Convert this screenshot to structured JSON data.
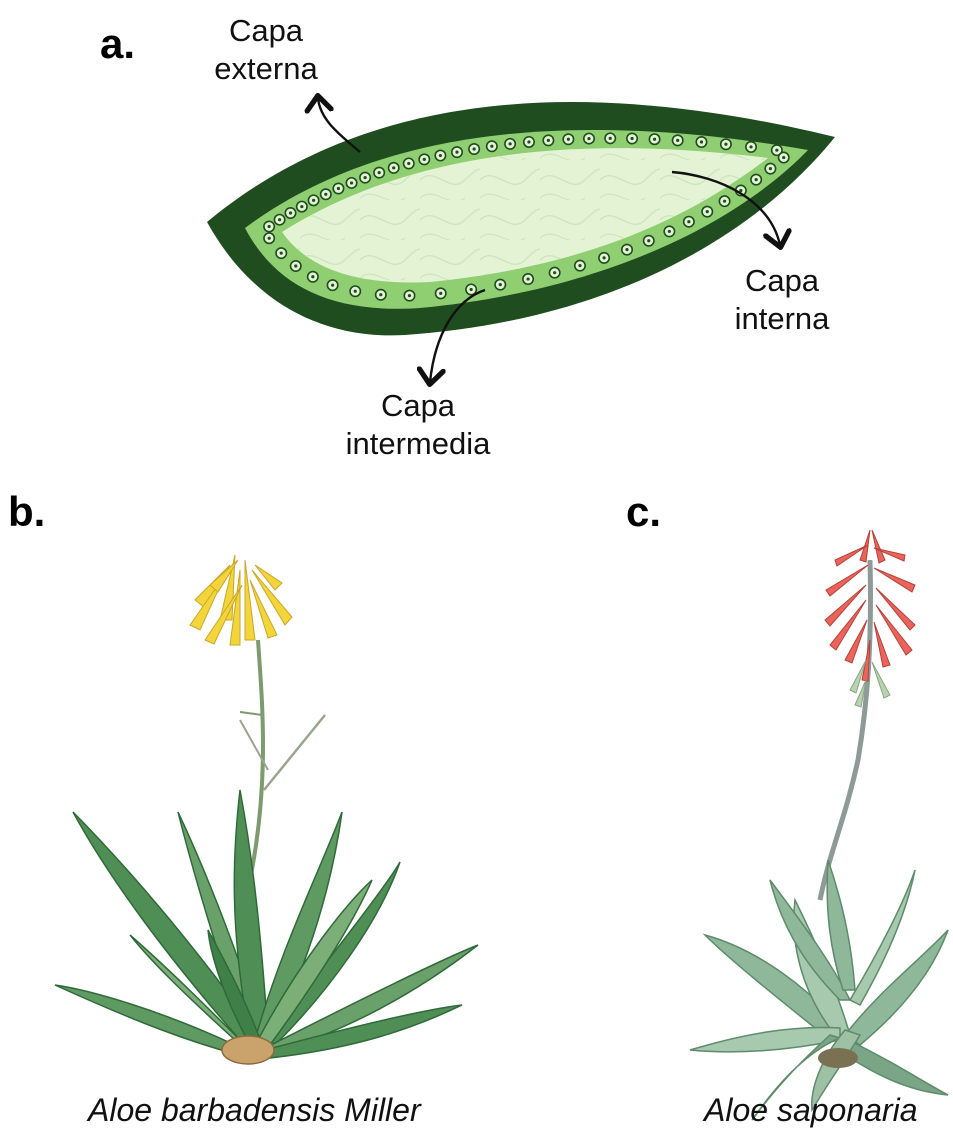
{
  "panels": {
    "a": {
      "letter": "a.",
      "labels": {
        "outer": [
          "Capa",
          "externa"
        ],
        "inner": [
          "Capa",
          "interna"
        ],
        "middle": [
          "Capa",
          "intermedia"
        ]
      }
    },
    "b": {
      "letter": "b.",
      "species": "Aloe barbadensis Miller",
      "flower_color": "#f2d43b"
    },
    "c": {
      "letter": "c.",
      "species": "Aloe saponaria",
      "flower_color": "#e9645a"
    }
  },
  "colors": {
    "outer_layer": "#1f4d1f",
    "middle_layer": "#8fcf72",
    "inner_layer": "#e3f3d4",
    "leaf_green": "#4f8f55",
    "leaf_gray_green": "#8fb79a"
  }
}
